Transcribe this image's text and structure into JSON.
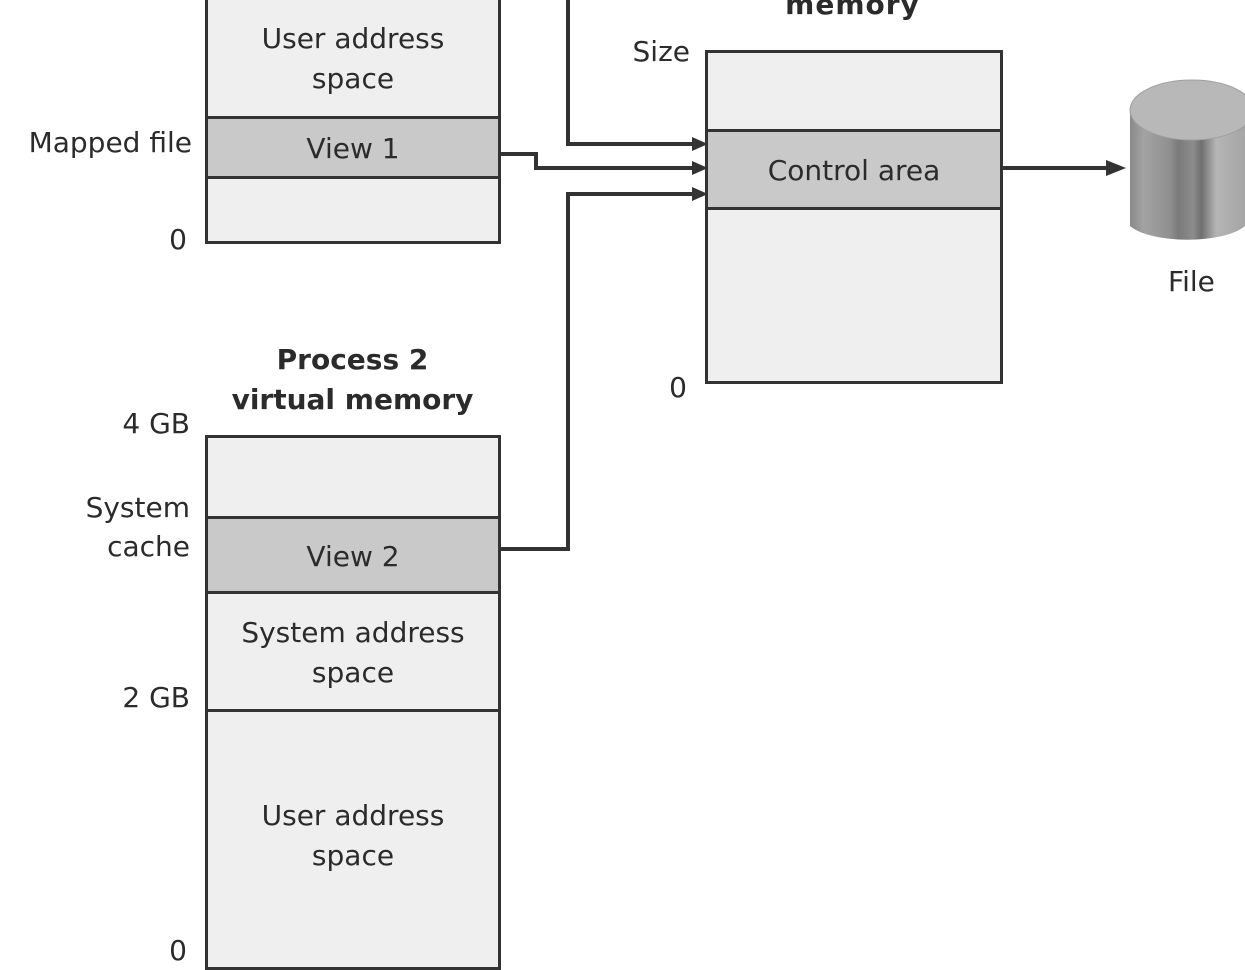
{
  "process1": {
    "segments": [
      "User address\nspace",
      "View 1",
      ""
    ],
    "labels": {
      "mapped_file": "Mapped file",
      "zero": "0"
    }
  },
  "section": {
    "title_partial": "memory",
    "segments": [
      "",
      "Control area",
      ""
    ],
    "labels": {
      "size": "Size",
      "zero": "0"
    }
  },
  "file": {
    "label": "File"
  },
  "process2": {
    "title": "Process 2\nvirtual memory",
    "segments": [
      "",
      "View 2",
      "System address\nspace",
      "User address\nspace"
    ],
    "labels": {
      "top": "4 GB",
      "system_cache": "System\ncache",
      "mid": "2 GB",
      "zero": "0"
    }
  },
  "colors": {
    "light_fill": "#efefef",
    "view_fill": "#c9c9c9",
    "stroke": "#333333",
    "file_gray": "#9a9a9a"
  }
}
